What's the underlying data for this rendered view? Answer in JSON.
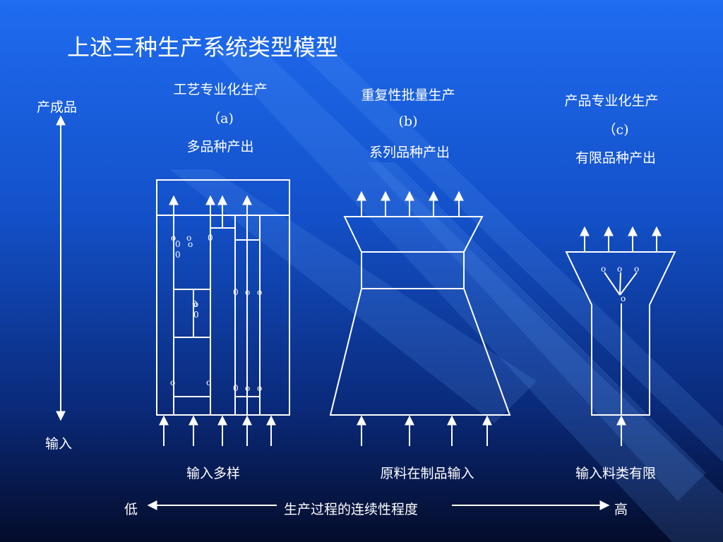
{
  "title": "上述三种生产系统类型模型",
  "axis": {
    "top_label": "产成品",
    "bottom_label": "输入"
  },
  "systems": [
    {
      "name": "工艺专业化生产",
      "code": "（a)",
      "output_desc": "多品种产出",
      "input_desc": "输入多样"
    },
    {
      "name": "重复性批量生产",
      "code": "(b)",
      "output_desc": "系列品种产出",
      "input_desc": "原料在制品输入"
    },
    {
      "name": "产品专业化生产",
      "code": "（c)",
      "output_desc": "有限品种产出",
      "input_desc": "输入料类有限"
    }
  ],
  "continuity_scale": {
    "low": "低",
    "label": "生产过程的连续性程度",
    "high": "高"
  },
  "node_glyph": "o",
  "node_glyph_alt": "0"
}
